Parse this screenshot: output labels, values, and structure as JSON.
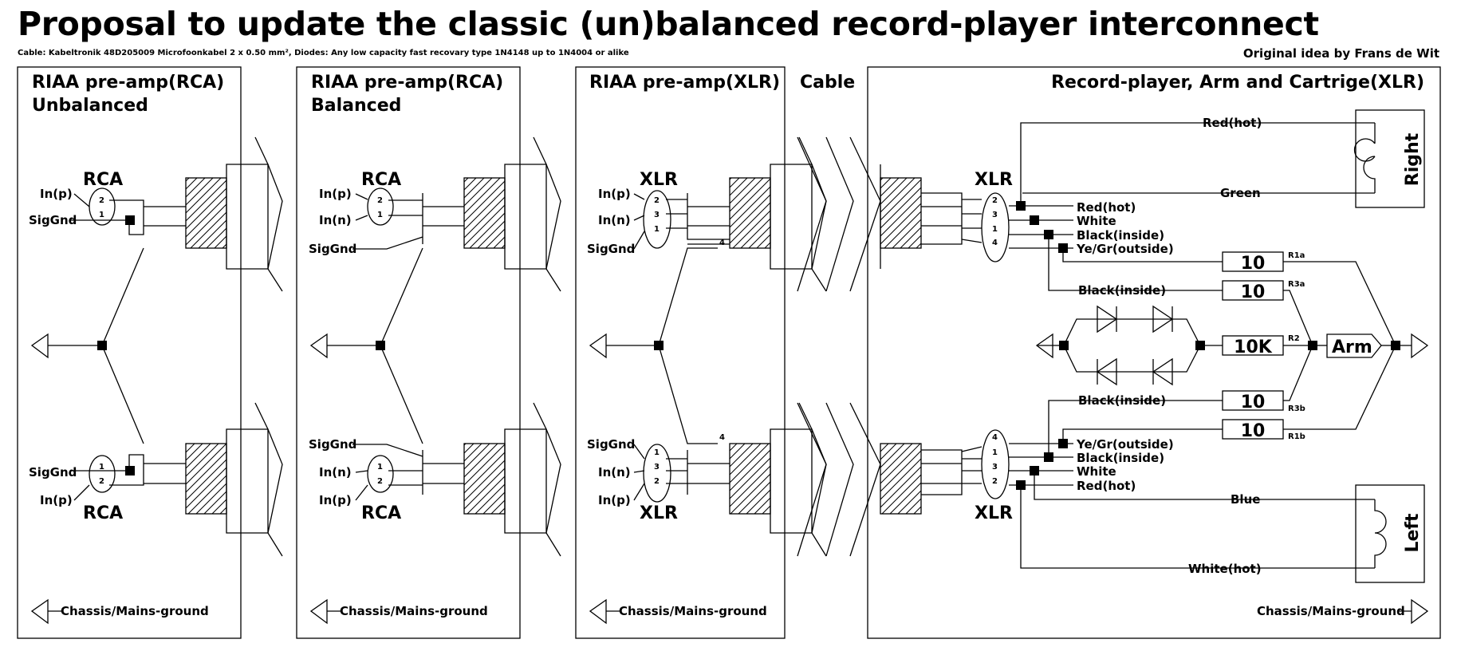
{
  "header": {
    "title": "Proposal to update the classic (un)balanced record-player interconnect",
    "subtitle": "Cable: Kabeltronik 48D205009 Microfoonkabel 2 x 0.50 mm², Diodes: Any low capacity fast recovary type 1N4148 up to 1N4004 or alike",
    "credit": "Original idea by Frans de Wit"
  },
  "panels": {
    "p1": {
      "title1": "RIAA pre-amp(RCA)",
      "title2": "Unbalanced"
    },
    "p2": {
      "title1": "RIAA pre-amp(RCA)",
      "title2": "Balanced"
    },
    "p3": {
      "title1": "RIAA pre-amp(XLR)"
    },
    "cable": {
      "title": "Cable"
    },
    "p4": {
      "title": "Record-player, Arm and Cartrige(XLR)"
    }
  },
  "labels": {
    "rca": "RCA",
    "xlr": "XLR",
    "in_p": "In(p)",
    "in_n": "In(n)",
    "sig_gnd": "SigGnd",
    "chassis": "Chassis/Mains-ground",
    "pin1": "1",
    "pin2": "2",
    "pin3": "3",
    "pin4": "4"
  },
  "wires": {
    "red_hot": "Red(hot)",
    "green": "Green",
    "white": "White",
    "black_inside": "Black(inside)",
    "ye_gr_outside": "Ye/Gr(outside)",
    "blue": "Blue",
    "white_hot": "White(hot)"
  },
  "components": {
    "r1a": {
      "value": "10",
      "name": "R1a"
    },
    "r3a": {
      "value": "10",
      "name": "R3a"
    },
    "r2": {
      "value": "10K",
      "name": "R2"
    },
    "r3b": {
      "value": "10",
      "name": "R3b"
    },
    "r1b": {
      "value": "10",
      "name": "R1b"
    },
    "arm": "Arm",
    "coil_right": "Right",
    "coil_left": "Left"
  }
}
